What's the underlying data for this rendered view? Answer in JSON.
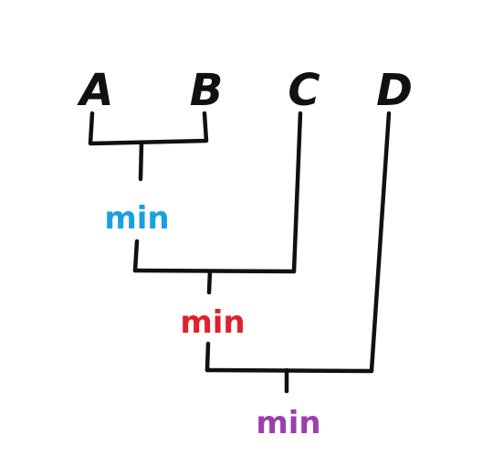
{
  "leaves": [
    "A",
    "B",
    "C",
    "D"
  ],
  "operators": [
    {
      "label": "min",
      "color": "#1aa0e0"
    },
    {
      "label": "min",
      "color": "#e0202a"
    },
    {
      "label": "min",
      "color": "#9a3fae"
    }
  ]
}
